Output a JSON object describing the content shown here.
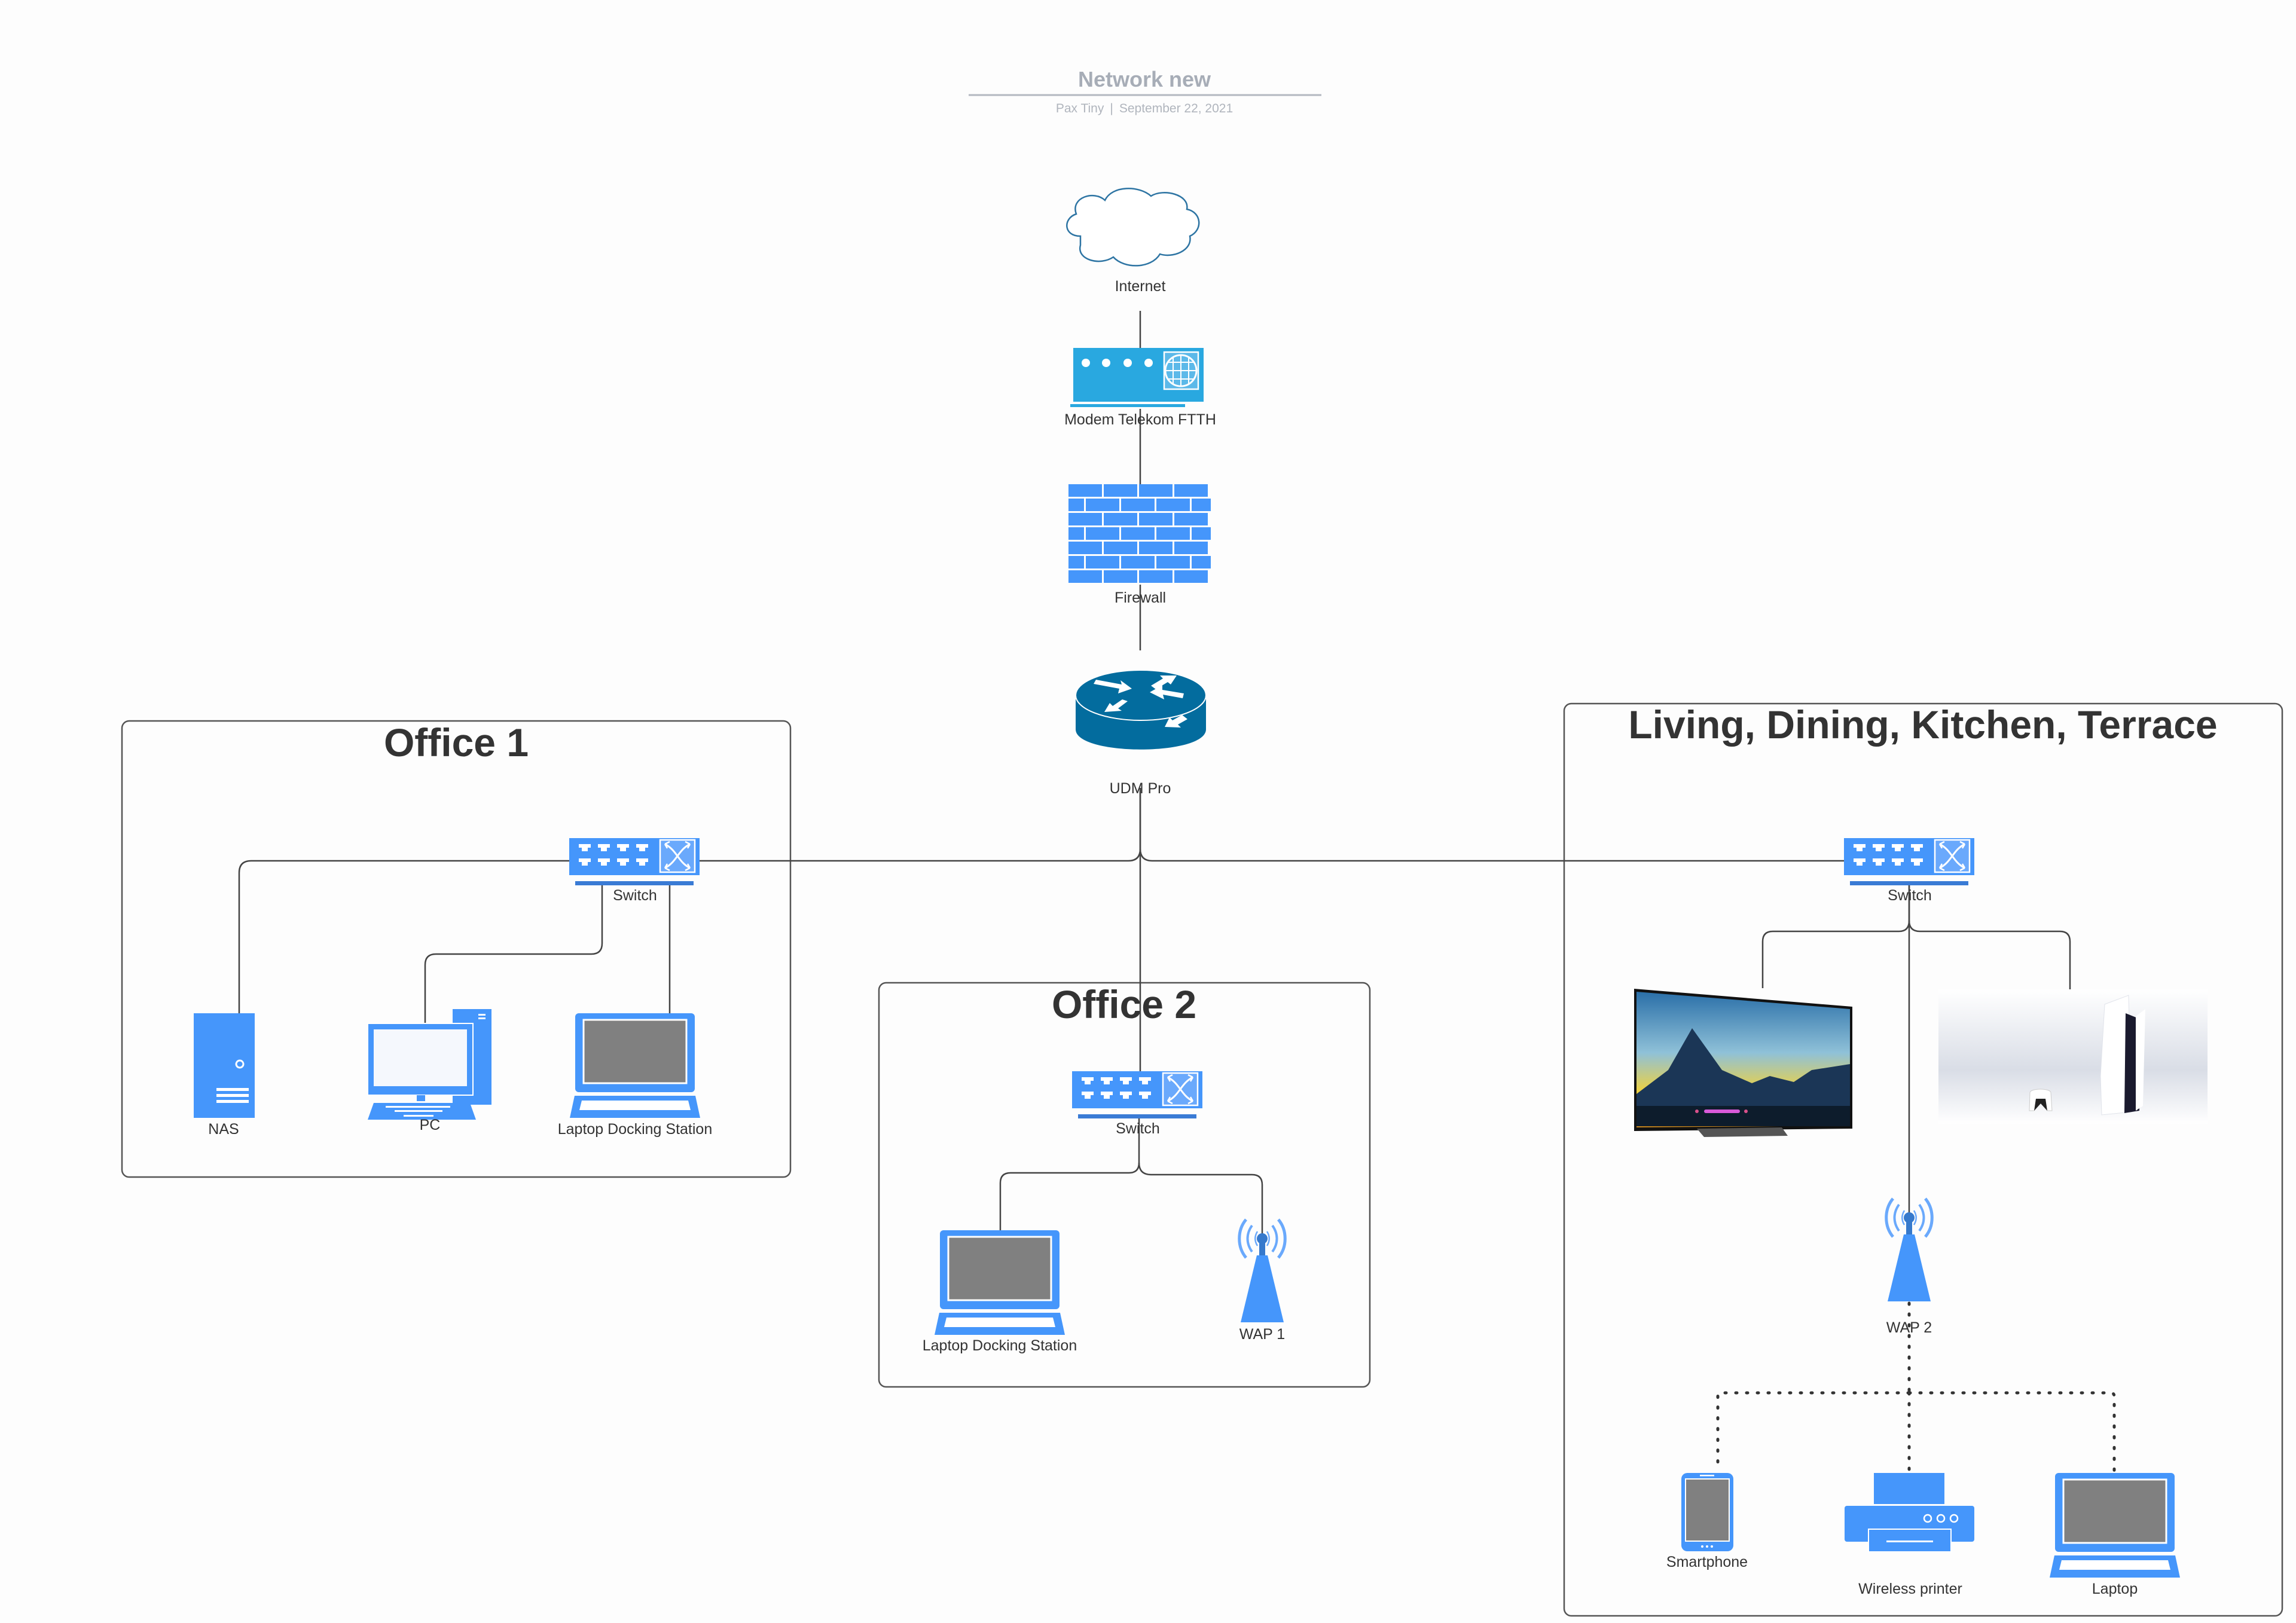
{
  "document": {
    "title": "Network new",
    "author": "Pax Tiny",
    "separator": "|",
    "date": "September 22, 2021"
  },
  "colors": {
    "device_blue": "#4596fb",
    "modem_blue": "#29a8e0",
    "router_blue": "#036c9e",
    "cloud_stroke": "#2d74a3",
    "screen_gray": "#808080",
    "wire": "#444444",
    "title_gray": "#a7adb7"
  },
  "core": {
    "internet": {
      "label": "Internet",
      "icon": "cloud-icon"
    },
    "modem": {
      "label": "Modem Telekom FTTH",
      "icon": "modem-icon"
    },
    "firewall": {
      "label": "Firewall",
      "icon": "firewall-icon"
    },
    "router": {
      "label": "UDM Pro",
      "icon": "router-icon"
    }
  },
  "zones": {
    "office1": {
      "title": "Office 1",
      "switch": {
        "label": "Switch",
        "icon": "switch-icon"
      },
      "devices": [
        {
          "label": "NAS",
          "icon": "server-icon",
          "connection": "wired"
        },
        {
          "label": "PC",
          "icon": "desktop-pc-icon",
          "connection": "wired"
        },
        {
          "label": "Laptop Docking Station",
          "icon": "laptop-icon",
          "connection": "wired"
        }
      ]
    },
    "office2": {
      "title": "Office 2",
      "switch": {
        "label": "Switch",
        "icon": "switch-icon"
      },
      "devices": [
        {
          "label": "Laptop Docking Station",
          "icon": "laptop-icon",
          "connection": "wired"
        },
        {
          "label": "WAP 1",
          "icon": "wireless-access-point-icon",
          "connection": "wired"
        }
      ]
    },
    "living": {
      "title": "Living, Dining, Kitchen, Terrace",
      "switch": {
        "label": "Switch",
        "icon": "switch-icon"
      },
      "images": [
        {
          "name": "tv",
          "icon": "tv-image",
          "connection": "wired"
        },
        {
          "name": "game-console",
          "icon": "game-console-image",
          "connection": "wired"
        }
      ],
      "wap": {
        "label": "WAP 2",
        "icon": "wireless-access-point-icon",
        "connection": "wired"
      },
      "wireless_devices": [
        {
          "label": "Smartphone",
          "icon": "smartphone-icon",
          "connection": "wireless"
        },
        {
          "label": "Wireless printer",
          "icon": "printer-icon",
          "connection": "wireless"
        },
        {
          "label": "Laptop",
          "icon": "laptop-icon",
          "connection": "wireless"
        }
      ]
    }
  }
}
